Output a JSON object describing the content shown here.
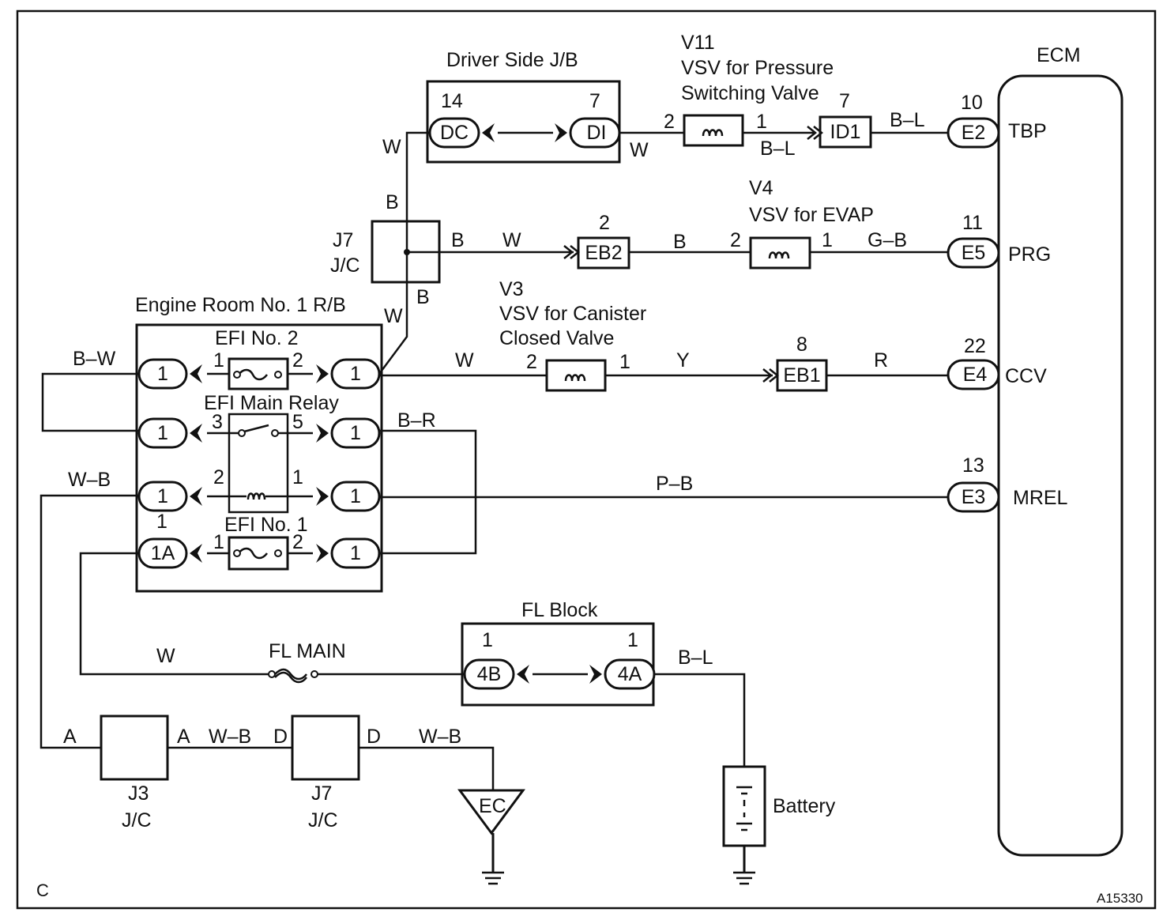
{
  "diagram_id": "A15330",
  "corner_label": "C",
  "ecm": {
    "title": "ECM",
    "pins": [
      {
        "num": "10",
        "code": "E2",
        "name": "TBP"
      },
      {
        "num": "11",
        "code": "E5",
        "name": "PRG"
      },
      {
        "num": "22",
        "code": "E4",
        "name": "CCV"
      },
      {
        "num": "13",
        "code": "E3",
        "name": "MREL"
      }
    ]
  },
  "driver_jb": {
    "title": "Driver Side J/B",
    "left": {
      "num": "14",
      "code": "DC"
    },
    "right": {
      "num": "7",
      "code": "DI"
    }
  },
  "v11": {
    "id": "V11",
    "line1": "VSV for Pressure",
    "line2": "Switching Valve",
    "pin_left": "2",
    "pin_right": "1"
  },
  "v4": {
    "id": "V4",
    "line1": "VSV for EVAP",
    "pin_left": "2",
    "pin_right": "1"
  },
  "v3": {
    "id": "V3",
    "line1": "VSV for Canister",
    "line2": "Closed Valve",
    "pin_left": "2",
    "pin_right": "1"
  },
  "connectors": {
    "id1": {
      "code": "ID1",
      "num": "7"
    },
    "eb2": {
      "code": "EB2",
      "num": "2"
    },
    "eb1": {
      "code": "EB1",
      "num": "8"
    }
  },
  "j7_top": {
    "line1": "J7",
    "line2": "J/C",
    "top": "B",
    "right": "B",
    "bottom": "B"
  },
  "rb": {
    "title": "Engine Room No. 1 R/B",
    "efi2": "EFI No. 2",
    "relay": "EFI Main Relay",
    "efi1": "EFI No. 1",
    "cell": "1",
    "cell_1a": "1A",
    "pin_1": "1",
    "pin_2": "2",
    "pin_3": "3",
    "pin_5": "5",
    "pin_1a_above": "1"
  },
  "wires": {
    "w": "W",
    "b": "B",
    "bl": "B–L",
    "gb": "G–B",
    "y": "Y",
    "r": "R",
    "pb": "P–B",
    "bw": "B–W",
    "br": "B–R",
    "wb": "W–B"
  },
  "fl_block": {
    "title": "FL Block",
    "left": {
      "num": "1",
      "code": "4B"
    },
    "right": {
      "num": "1",
      "code": "4A"
    }
  },
  "fl_main": "FL MAIN",
  "j3": {
    "line1": "J3",
    "line2": "J/C",
    "left": "A",
    "right": "A"
  },
  "j7_bottom": {
    "line1": "J7",
    "line2": "J/C",
    "left": "D",
    "right": "D"
  },
  "ground_ec": "EC",
  "battery": "Battery"
}
